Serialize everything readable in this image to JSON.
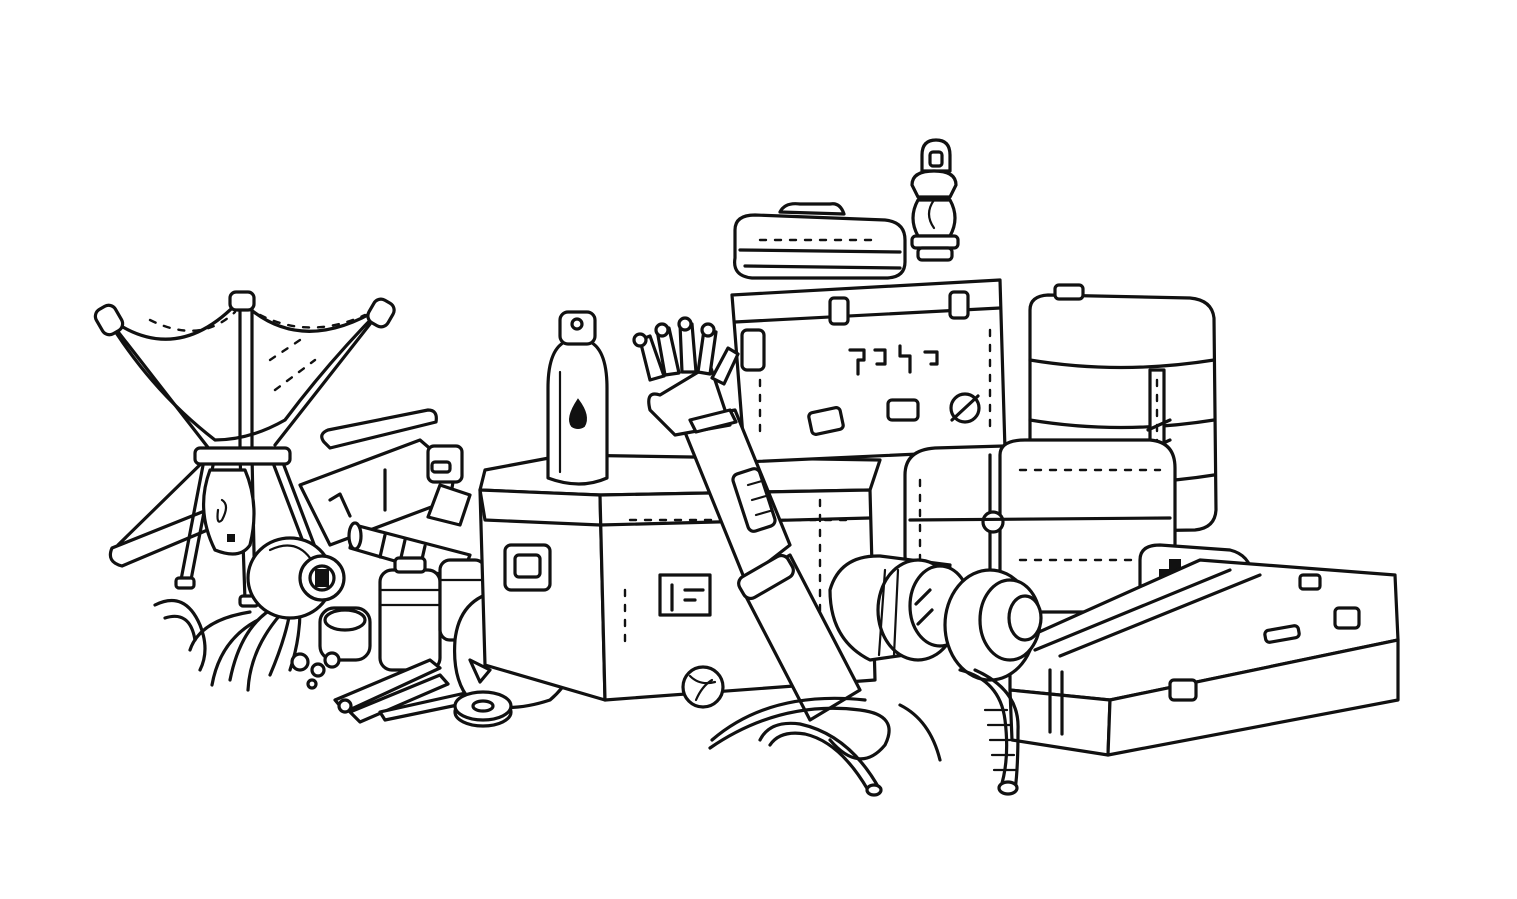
{
  "illustration": {
    "style": "black ink line drawing",
    "background_color": "#ffffff",
    "ink_color": "#111111",
    "objects": [
      "folding-stool",
      "water-bottle",
      "large-storage-crate",
      "folded-blanket",
      "lantern",
      "sticker-toolbox",
      "water-jug",
      "rolled-sleeping-bag",
      "first-aid-pouch",
      "flat-hard-case",
      "prosthetic-arm",
      "hose-coil",
      "canisters",
      "gas-mask",
      "tape-roll",
      "cables",
      "small-ball",
      "tool-bundle"
    ]
  }
}
